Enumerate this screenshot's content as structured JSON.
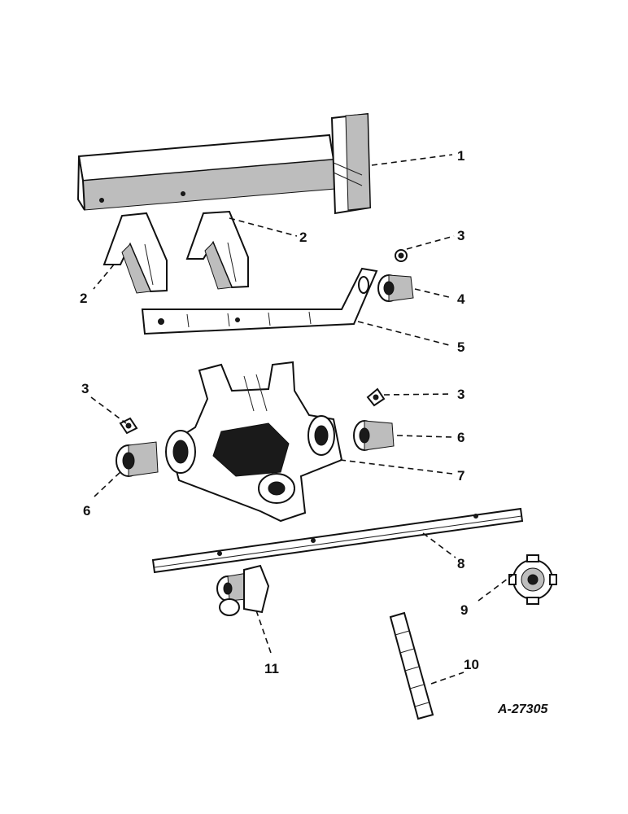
{
  "diagram": {
    "figure_id": "A-27305",
    "callouts": [
      {
        "key": "c1",
        "text": "1"
      },
      {
        "key": "c2a",
        "text": "2"
      },
      {
        "key": "c2b",
        "text": "2"
      },
      {
        "key": "c3a",
        "text": "3"
      },
      {
        "key": "c4",
        "text": "4"
      },
      {
        "key": "c5",
        "text": "5"
      },
      {
        "key": "c3b",
        "text": "3"
      },
      {
        "key": "c3c",
        "text": "3"
      },
      {
        "key": "c6a",
        "text": "6"
      },
      {
        "key": "c6b",
        "text": "6"
      },
      {
        "key": "c7",
        "text": "7"
      },
      {
        "key": "c8",
        "text": "8"
      },
      {
        "key": "c9",
        "text": "9"
      },
      {
        "key": "c10",
        "text": "10"
      },
      {
        "key": "c11",
        "text": "11"
      }
    ]
  },
  "colors": {
    "ink": "#111111",
    "paper": "#ffffff",
    "shading": "#bdbdbd"
  }
}
